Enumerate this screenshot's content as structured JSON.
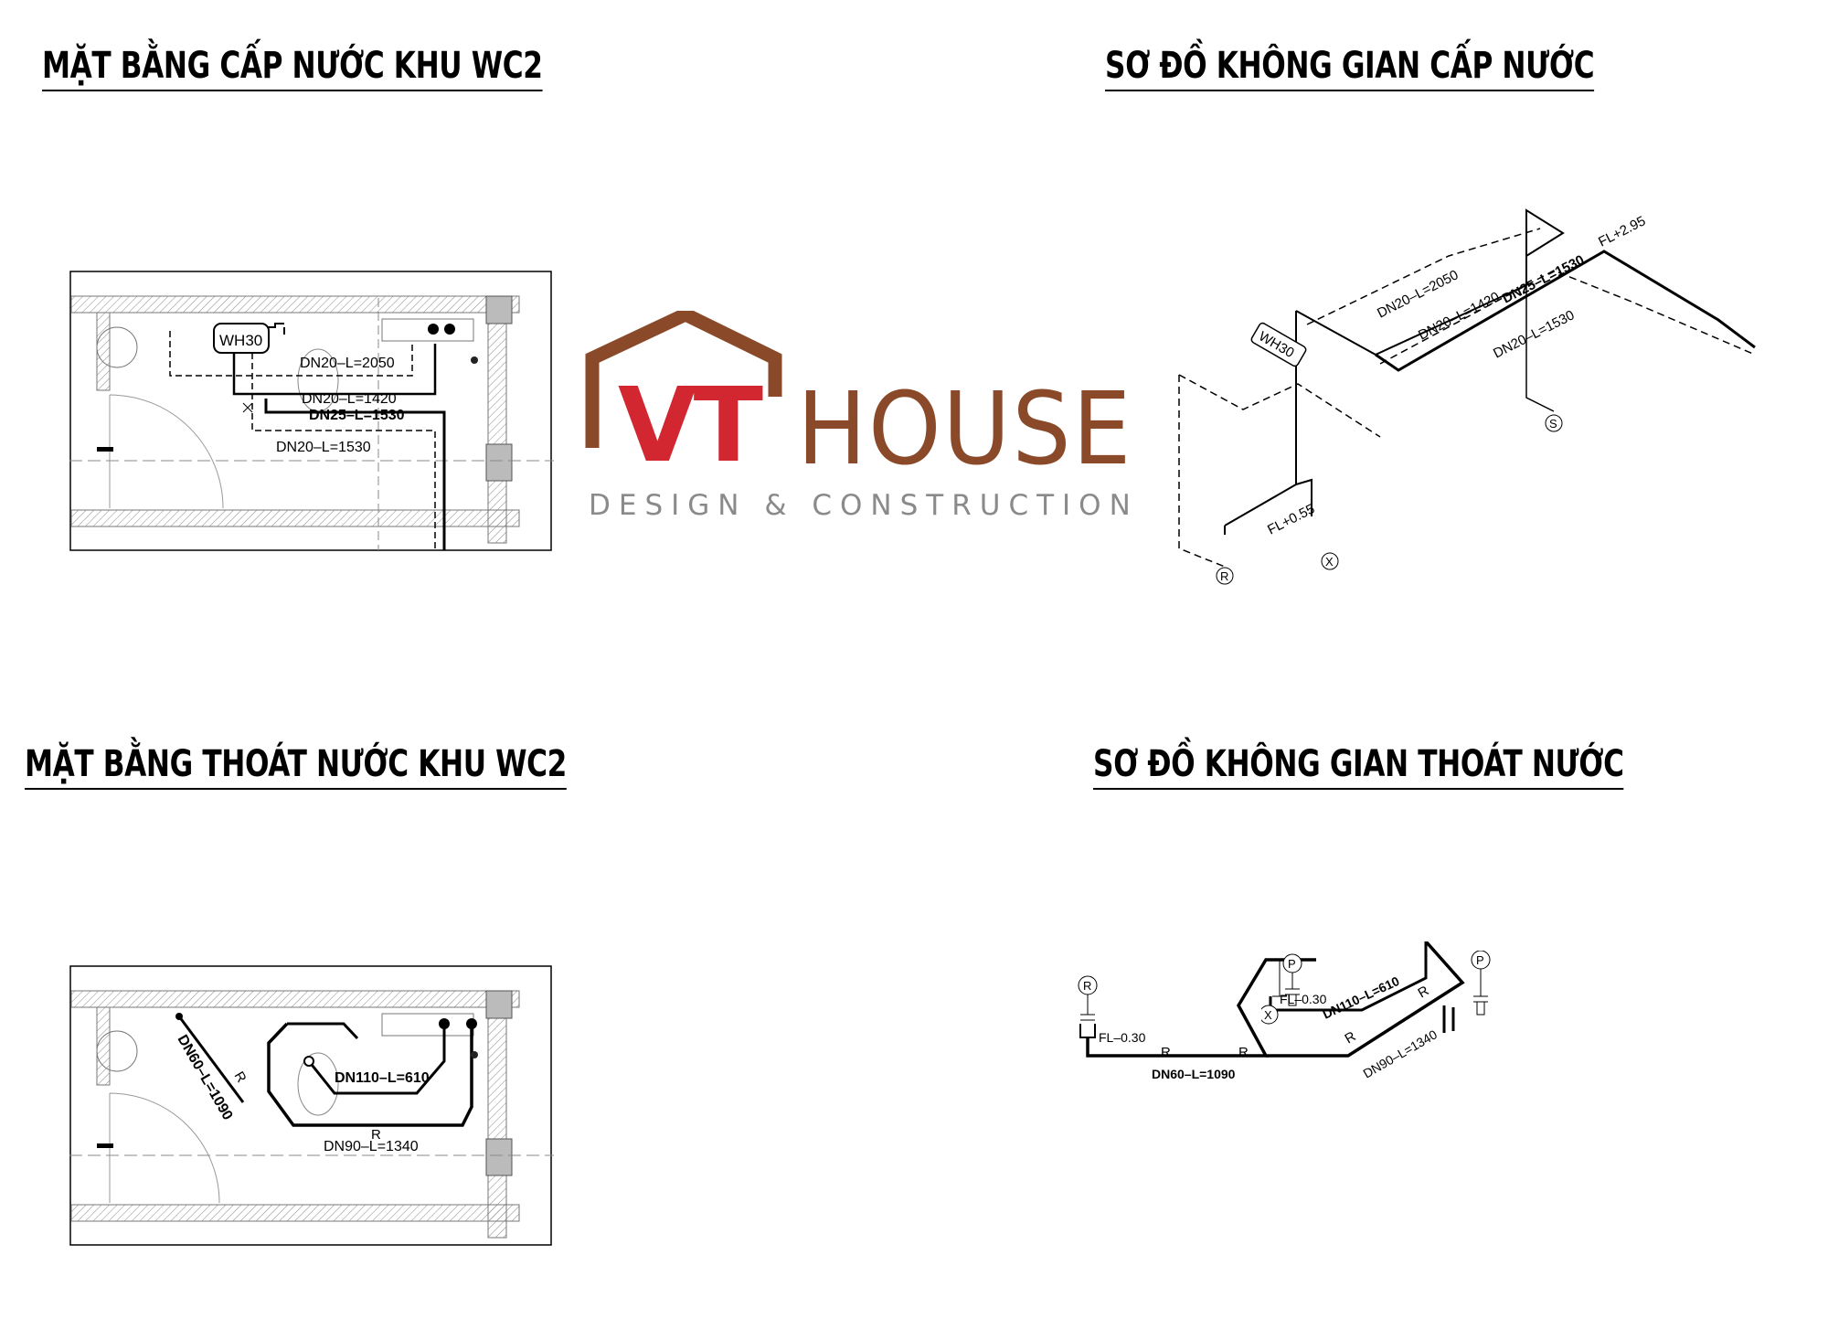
{
  "titles": {
    "supply_plan": "MẶT BẰNG CẤP NƯỚC KHU WC2",
    "supply_iso": "SƠ  ĐỒ KHÔNG GIAN CẤP NƯỚC",
    "drain_plan": "MẶT BẰNG THOÁT NƯỚC KHU WC2",
    "drain_iso": "SƠ ĐỒ KHÔNG GIAN THOÁT NƯỚC"
  },
  "logo": {
    "mark": "VT",
    "name": "HOUSE",
    "tagline": "DESIGN & CONSTRUCTION",
    "colors": {
      "red": "#d22630",
      "brown": "#8a4a2a",
      "grey": "#8a8a8a"
    }
  },
  "supply_plan": {
    "heater": "WH30",
    "pipe_1": "DN20–L=2050",
    "pipe_2": "DN20–L=1420",
    "pipe_3": "DN25–L=1530",
    "pipe_4": "DN20–L=1530"
  },
  "supply_iso": {
    "heater": "WH30",
    "pipe_1": "DN20–L=2050",
    "pipe_2": "DN20–L=1420",
    "pipe_3": "DN25–L=1530",
    "pipe_4": "DN20–L=1530",
    "level_top": "FL+2.95",
    "level_low": "FL+0.55",
    "tag_r": "R",
    "tag_x": "X",
    "tag_s": "S"
  },
  "drain_plan": {
    "pipe_1": "DN60–L=1090",
    "pipe_2": "DN110–L=610",
    "pipe_3": "DN90–L=1340",
    "mark_r1": "R",
    "mark_r2": "R"
  },
  "drain_iso": {
    "tag_r": "R",
    "tag_x": "X",
    "tag_p1": "P",
    "tag_p2": "P",
    "level_1": "FL–0.30",
    "level_2": "FL–0.30",
    "pipe_1": "DN60–L=1090",
    "pipe_2": "DN110–L=610",
    "pipe_3": "DN90–L=1340",
    "mark_r1": "R",
    "mark_r2": "R",
    "mark_r3": "R",
    "mark_r4": "R"
  }
}
